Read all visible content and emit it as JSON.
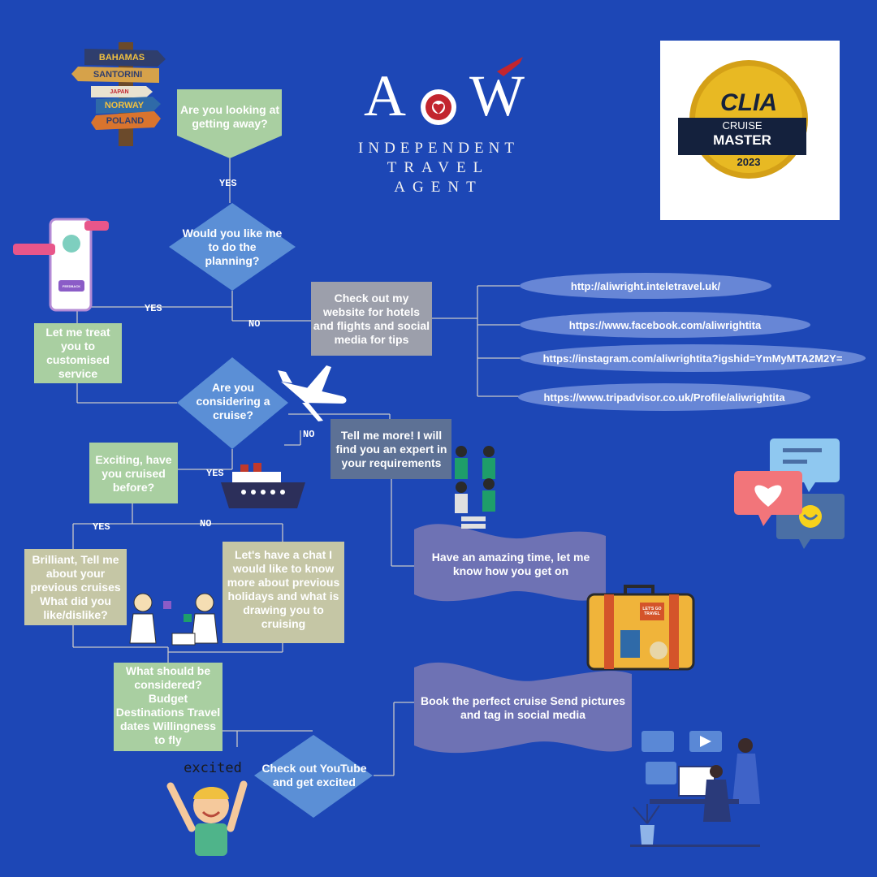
{
  "brand": {
    "monogram": "AW",
    "line1": "INDEPENDENT",
    "line2": "TRAVEL",
    "line3": "AGENT"
  },
  "badge": {
    "brand": "CLIA",
    "line1": "CRUISE",
    "line2": "MASTER",
    "year": "2023"
  },
  "signpost": [
    "BAHAMAS",
    "SANTORINI",
    "JAPAN",
    "NORWAY",
    "POLAND"
  ],
  "phone": {
    "button": "FEEDBACK"
  },
  "luggage_sticker": "LET'S GO TRAVEL",
  "kid_label": "excited",
  "nodes": {
    "getting_away": "Are you looking at getting away?",
    "planning": "Would you like me to do the planning?",
    "treat": "Let me treat you to customised service",
    "website": "Check out my website for hotels and flights and social media for tips",
    "cruise": "Are you considering a cruise?",
    "tell_more": "Tell me more! I will find you an expert in your requirements",
    "cruised_before": "Exciting, have you cruised before?",
    "brilliant": "Brilliant, Tell me about your previous cruises What did you like/dislike?",
    "chat": "Let's have a chat I would like to know more about previous holidays and what is drawing you to cruising",
    "amazing": "Have an amazing time, let me know how you get on",
    "considered": "What should be considered? Budget Destinations Travel dates Willingness to fly",
    "book": "Book the perfect cruise Send pictures and tag in social media",
    "youtube": "Check out YouTube and get excited"
  },
  "edges": {
    "yes1": "YES",
    "yes2": "YES",
    "no1": "NO",
    "no2": "NO",
    "yes3": "YES",
    "yes4": "YES",
    "no3": "NO"
  },
  "links": [
    "http://aliwright.inteletravel.uk/",
    "https://www.facebook.com/aliwrightita",
    "https://instagram.com/aliwrightita?igshid=YmMyMTA2M2Y=",
    "https://www.tripadvisor.co.uk/Profile/aliwrightita"
  ],
  "colors": {
    "background": "#1d47b6",
    "green_box": "#a9cfa1",
    "diamond": "#5b8fd6",
    "grey_box": "#9c9fab",
    "wave": "#6e72b4",
    "link_pill": "#6786d6",
    "beige_box": "#c5c6a5",
    "tell_more_box": "#5d7195"
  }
}
